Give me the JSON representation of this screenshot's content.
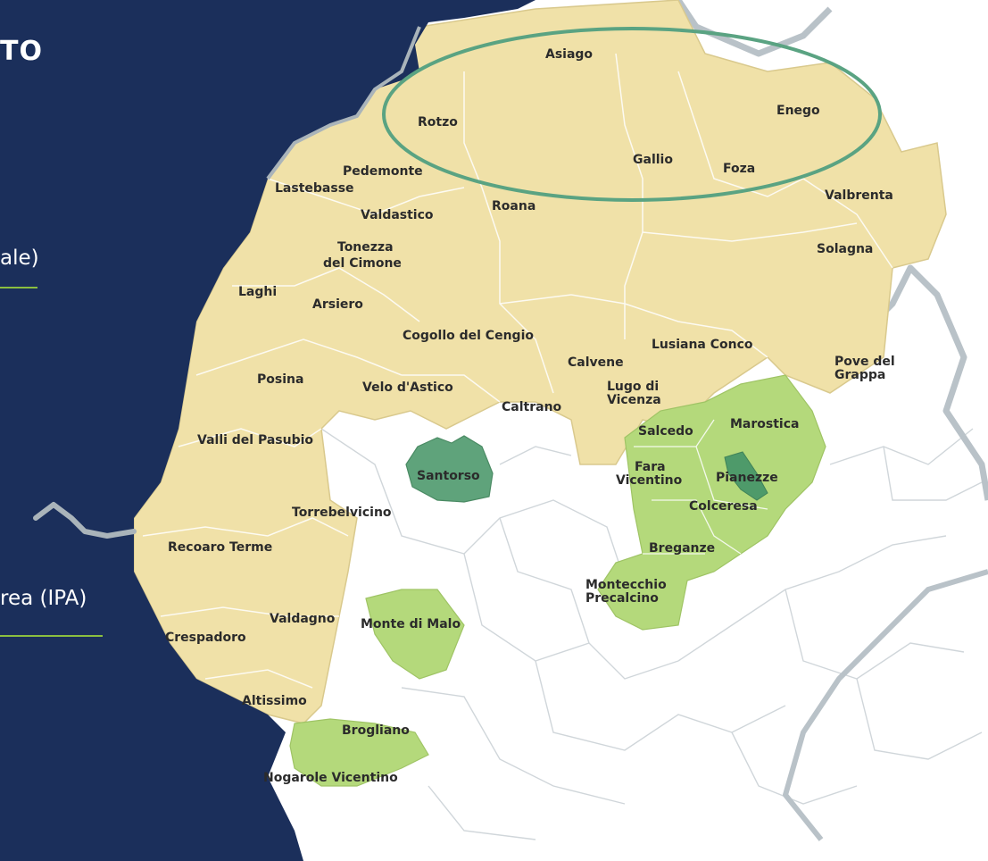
{
  "panel": {
    "title_fragment": "TO",
    "legend_fragment_1": "ale)",
    "legend_fragment_2": "rea (IPA)"
  },
  "colors": {
    "panel_navy": "#1b2f5b",
    "mountain_area": "#f0e1a8",
    "ipa_area": "#b4d97b",
    "highlight_town": "#4e9a6a",
    "border_grey": "#b9c2c8",
    "highlight_ellipse": "#5aa382",
    "legend_line": "#8bbf3f"
  },
  "towns": {
    "asiago": "Asiago",
    "rotzo": "Rotzo",
    "enego": "Enego",
    "gallio": "Gallio",
    "foza": "Foza",
    "pedemonte": "Pedemonte",
    "lastebasse": "Lastebasse",
    "roana": "Roana",
    "valdastico": "Valdastico",
    "valbrenta": "Valbrenta",
    "tonezza_1": "Tonezza",
    "tonezza_2": "del Cimone",
    "solagna": "Solagna",
    "laghi": "Laghi",
    "arsiero": "Arsiero",
    "cogollo": "Cogollo del Cengio",
    "lusiana": "Lusiana Conco",
    "calvene": "Calvene",
    "pove_1": "Pove del",
    "pove_2": "Grappa",
    "posina": "Posina",
    "velo": "Velo d'Astico",
    "lugo_1": "Lugo di",
    "lugo_2": "Vicenza",
    "caltrano": "Caltrano",
    "marostica": "Marostica",
    "salcedo": "Salcedo",
    "valli": "Valli del Pasubio",
    "fara_1": "Fara",
    "fara_2": "Vicentino",
    "santorso": "Santorso",
    "pianezze": "Pianezze",
    "colceresa": "Colceresa",
    "torrebelvicino": "Torrebelvicino",
    "recoaro": "Recoaro Terme",
    "breganze": "Breganze",
    "montecchio_1": "Montecchio",
    "montecchio_2": "Precalcino",
    "valdagno": "Valdagno",
    "monte_di_malo": "Monte di Malo",
    "crespadoro": "Crespadoro",
    "altissimo": "Altissimo",
    "brogliano": "Brogliano",
    "nogarole": "Nogarole Vicentino"
  }
}
